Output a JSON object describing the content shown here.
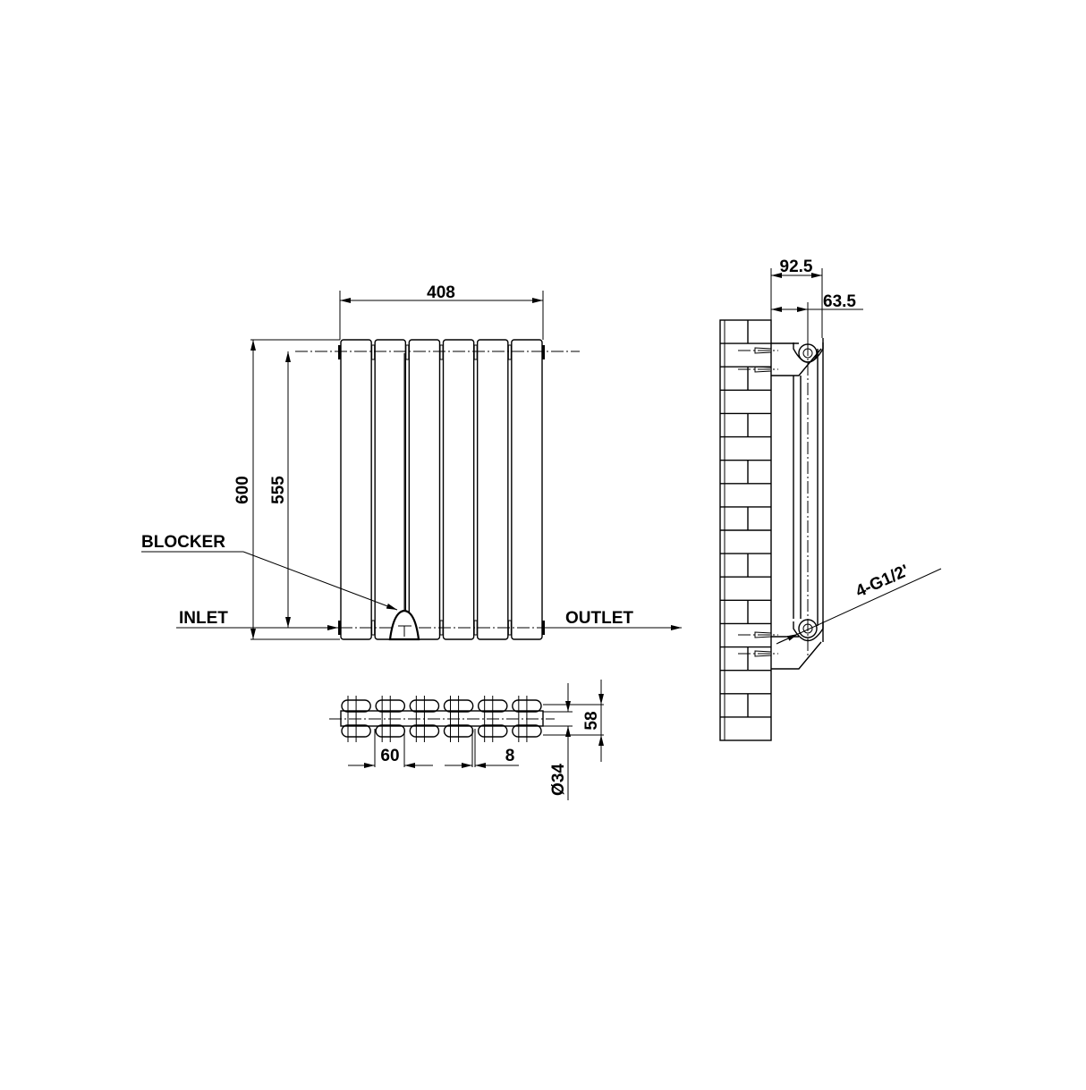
{
  "front_view": {
    "width_label": "408",
    "height_label": "600",
    "centers_label": "555",
    "blocker_label": "BLOCKER",
    "inlet_label": "INLET",
    "outlet_label": "OUTLET",
    "column_count": 6
  },
  "side_view": {
    "depth_label": "92.5",
    "pipe_offset_label": "63.5",
    "connection_label": "4-G1/2'"
  },
  "bottom_view": {
    "pitch_label": "60",
    "gap_label": "8",
    "depth_label": "58",
    "tube_label": "Ø34"
  },
  "colors": {
    "line": "#000000",
    "background": "#ffffff"
  }
}
